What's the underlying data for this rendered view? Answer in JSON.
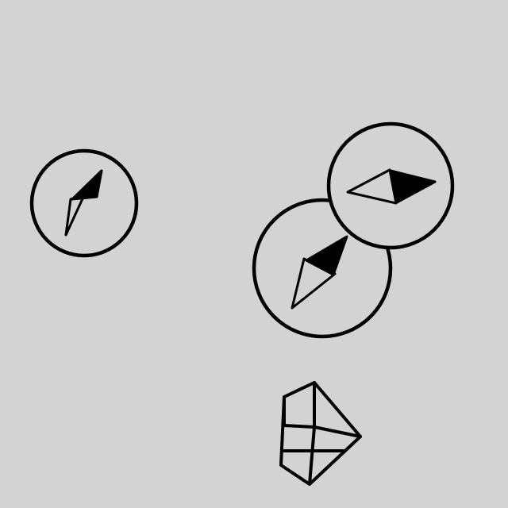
{
  "canvas": {
    "background": "#d3d3d3",
    "ink": "#000000"
  },
  "icons": [
    {
      "name": "compass-icon",
      "needle_direction": "north-northeast"
    },
    {
      "name": "compass-icon",
      "needle_direction": "northeast"
    },
    {
      "name": "compass-icon",
      "needle_direction": "east"
    },
    {
      "name": "crystal-icon",
      "style": "wireframe"
    }
  ]
}
